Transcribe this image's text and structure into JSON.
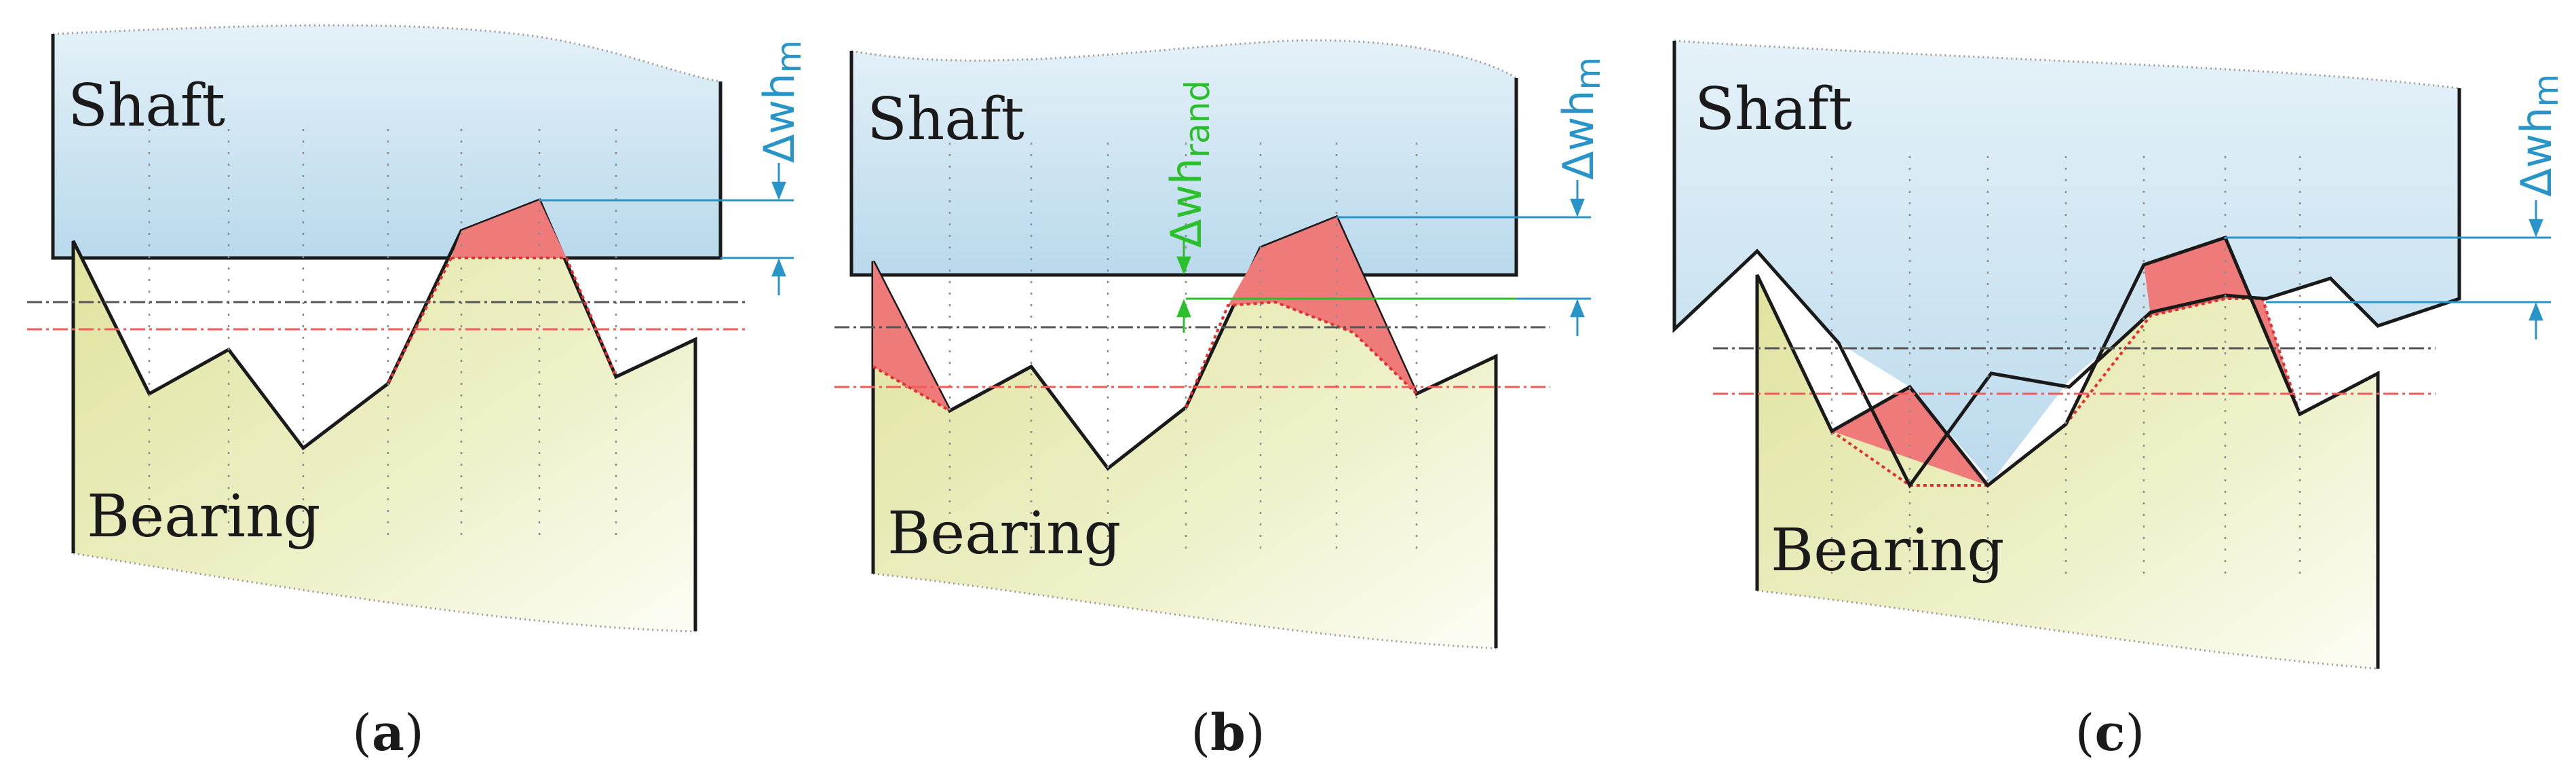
{
  "colors": {
    "shaft_fill_top": "#d4e8f3",
    "shaft_fill_bottom": "#bcdcee",
    "bearing_fill_top": "#e4e6a6",
    "bearing_fill_bottom": "#fbfbef",
    "overlap_fill": "#ee7a7a",
    "dimension_blue": "#2894c8",
    "dimension_green": "#2bbf2b",
    "mean_line_black": "#555555",
    "mean_line_red": "#f05a5a",
    "outline": "#1a1a1a"
  },
  "panels": [
    {
      "id": "a",
      "shaft_label": "Shaft",
      "bearing_label": "Bearing",
      "caption_open": "(",
      "caption_letter": "a",
      "caption_close": ")",
      "dims": [
        {
          "symbol": "Δwh",
          "subscript": "m",
          "color": "blue"
        }
      ]
    },
    {
      "id": "b",
      "shaft_label": "Shaft",
      "bearing_label": "Bearing",
      "caption_open": "(",
      "caption_letter": "b",
      "caption_close": ")",
      "dims": [
        {
          "symbol": "Δwh",
          "subscript": "m",
          "color": "blue"
        },
        {
          "symbol": "Δwh",
          "subscript": "rand",
          "color": "green"
        }
      ]
    },
    {
      "id": "c",
      "shaft_label": "Shaft",
      "bearing_label": "Bearing",
      "caption_open": "(",
      "caption_letter": "c",
      "caption_close": ")",
      "dims": [
        {
          "symbol": "Δwh",
          "subscript": "m",
          "color": "blue"
        }
      ]
    }
  ]
}
